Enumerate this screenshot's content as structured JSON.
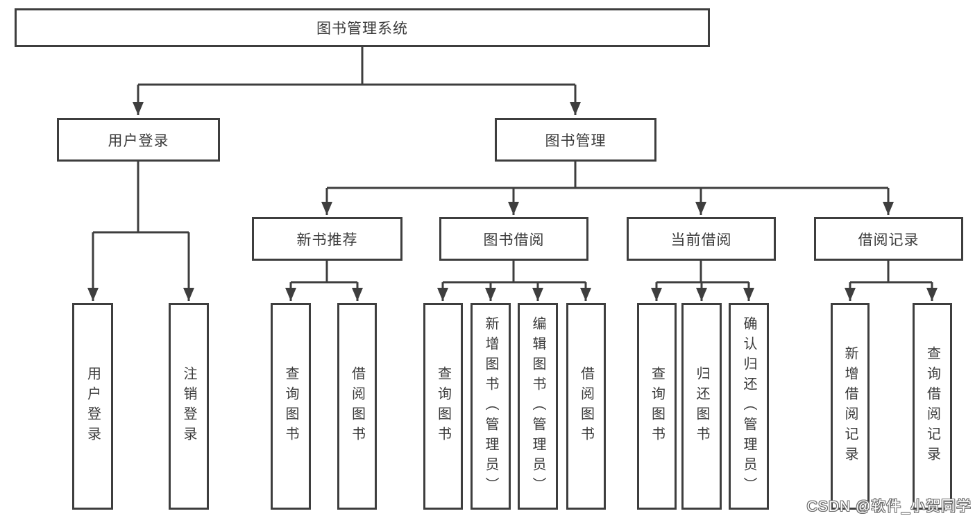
{
  "diagram": {
    "title": "图书管理系统",
    "watermark": "CSDN @软件_小贺同学",
    "colors": {
      "line": "#3e3e3e",
      "box_border": "#3e3e3e",
      "box_background": "#ffffff",
      "text": "#3b3b3b",
      "background": "#ffffff",
      "watermark_fill": "#ffffff",
      "watermark_outline": "#6e6e6e"
    },
    "nodes": {
      "root": {
        "label": "图书管理系统"
      },
      "user_login": {
        "label": "用户登录"
      },
      "book_mgmt": {
        "label": "图书管理"
      },
      "new_book_rec": {
        "label": "新书推荐"
      },
      "book_borrow": {
        "label": "图书借阅"
      },
      "current_borrow": {
        "label": "当前借阅"
      },
      "borrow_records": {
        "label": "借阅记录"
      },
      "leaf_user_login": {
        "label": "用户登录"
      },
      "leaf_logout": {
        "label": "注销登录"
      },
      "leaf_query_book_rec": {
        "label": "查询图书"
      },
      "leaf_borrow_book_rec": {
        "label": "借阅图书"
      },
      "leaf_query_book_borrow": {
        "label": "查询图书"
      },
      "leaf_add_book_admin": {
        "label": "新增图书（管理员）"
      },
      "leaf_edit_book_admin": {
        "label": "编辑图书（管理员）"
      },
      "leaf_borrow_book_borrow": {
        "label": "借阅图书"
      },
      "leaf_query_book_current": {
        "label": "查询图书"
      },
      "leaf_return_book": {
        "label": "归还图书"
      },
      "leaf_confirm_return_admin": {
        "label": "确认归还（管理员）"
      },
      "leaf_add_borrow_record": {
        "label": "新增借阅记录"
      },
      "leaf_query_borrow_record": {
        "label": "查询借阅记录"
      }
    },
    "hierarchy": [
      {
        "parent": "图书管理系统",
        "children": [
          "用户登录",
          "图书管理"
        ]
      },
      {
        "parent": "用户登录",
        "children": [
          "用户登录",
          "注销登录"
        ]
      },
      {
        "parent": "图书管理",
        "children": [
          "新书推荐",
          "图书借阅",
          "当前借阅",
          "借阅记录"
        ]
      },
      {
        "parent": "新书推荐",
        "children": [
          "查询图书",
          "借阅图书"
        ]
      },
      {
        "parent": "图书借阅",
        "children": [
          "查询图书",
          "新增图书（管理员）",
          "编辑图书（管理员）",
          "借阅图书"
        ]
      },
      {
        "parent": "当前借阅",
        "children": [
          "查询图书",
          "归还图书",
          "确认归还（管理员）"
        ]
      },
      {
        "parent": "借阅记录",
        "children": [
          "新增借阅记录",
          "查询借阅记录"
        ]
      }
    ]
  }
}
